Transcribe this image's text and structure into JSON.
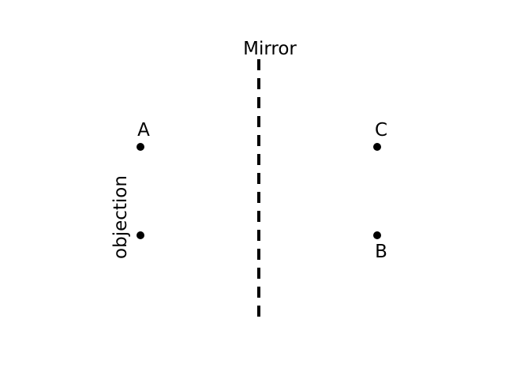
{
  "diagram": {
    "mirror_label": "Mirror",
    "side_label": "objection",
    "points": [
      {
        "label": "A"
      },
      {
        "label": "C"
      },
      {
        "label": "B"
      }
    ],
    "colors": {
      "ink": "#000000",
      "background": "#ffffff"
    },
    "mirror_line_style": "dashed"
  }
}
